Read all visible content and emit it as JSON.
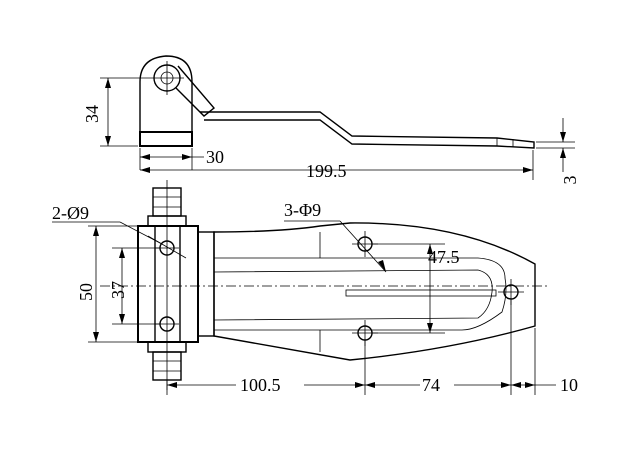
{
  "labels": {
    "height_34": "34",
    "offset_30": "30",
    "length_199_5": "199.5",
    "thickness_3": "3",
    "holes_2_d9": "2-Ø9",
    "holes_3_d9": "3-Φ9",
    "spacing_47_5": "47.5",
    "width_50": "50",
    "spacing_37": "37",
    "offset_100_5": "100.5",
    "spacing_74": "74",
    "end_10": "10"
  }
}
